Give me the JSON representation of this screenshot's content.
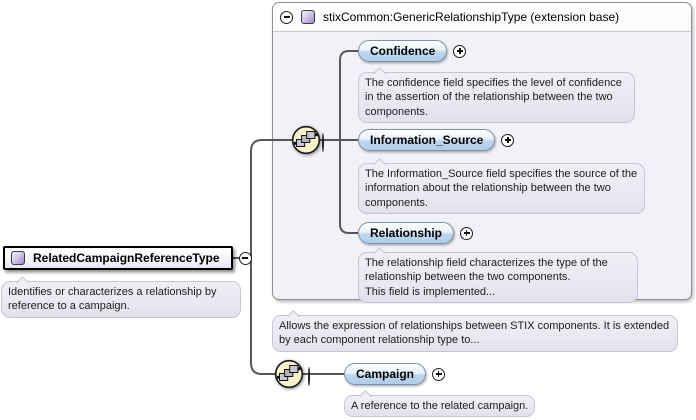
{
  "colors": {
    "canvas_bg": "#ffffff",
    "extension_panel_bg": "#f1f1f7",
    "tooltip_bg": "#e9e9f2",
    "element_pill_blue": "#afcdea",
    "sequence_icon_yellow": "#f7f4cb",
    "type_icon_purple": "#9b8ac9",
    "connector_gray": "#57575a"
  },
  "root_element": {
    "name": "RelatedCampaignReferenceType",
    "doc": "Identifies or characterizes a relationship by reference to a campaign."
  },
  "extension": {
    "title": "stixCommon:GenericRelationshipType (extension base)",
    "doc": "Allows the expression of relationships between STIX components. It is extended by each component relationship type to...",
    "children": [
      {
        "label": "Confidence",
        "doc": "The confidence field specifies the level of confidence in the assertion of the relationship between the two components."
      },
      {
        "label": "Information_Source",
        "doc": "The Information_Source field specifies the source of the information about the relationship between the two components."
      },
      {
        "label": "Relationship",
        "doc": "The relationship field characterizes the type of the relationship between the two components.\nThis field is implemented..."
      }
    ]
  },
  "sequence": {
    "campaign": {
      "label": "Campaign",
      "doc": "A reference to the related campaign."
    }
  }
}
